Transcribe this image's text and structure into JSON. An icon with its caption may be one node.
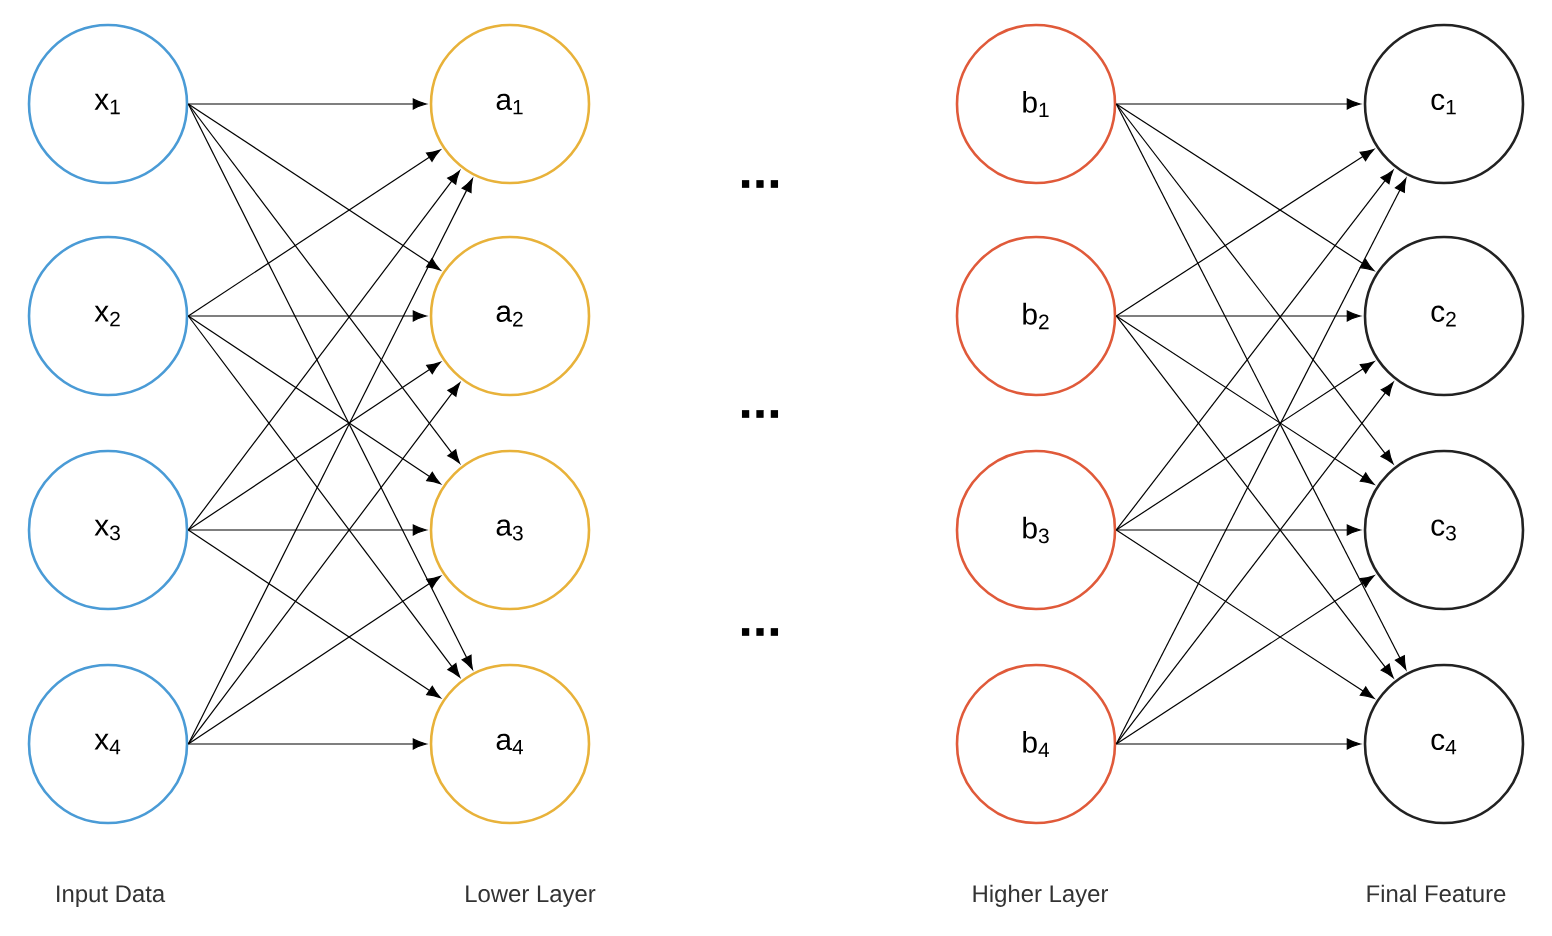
{
  "diagram": {
    "nodes": [
      {
        "text": [
          "x$_{1}$"
        ]
      },
      {
        "text": [
          "x$_{2}$"
        ]
      },
      {
        "text": [
          "x$_{3}$"
        ]
      },
      {
        "text": [
          "x$_{4}$"
        ]
      },
      {
        "text": [
          "a$_{1}$"
        ]
      },
      {
        "text": [
          "a$_{2}$"
        ]
      },
      {
        "text": [
          "a$_{3}$"
        ]
      },
      {
        "text": [
          "a$_{4}$"
        ]
      },
      {
        "text": [
          "b$_{1}$"
        ]
      },
      {
        "text": [
          "b$_{2}$"
        ]
      },
      {
        "text": [
          "b$_{3}$"
        ]
      },
      {
        "text": [
          "b$_{4}$"
        ]
      },
      {
        "text": [
          "c$_{1}$"
        ]
      },
      {
        "text": [
          "c$_{2}$"
        ]
      },
      {
        "text": [
          "c$_{3}$"
        ]
      },
      {
        "text": [
          "c$_{4}$"
        ]
      }
    ],
    "edges": [
      {
        "from": 0,
        "to": 4,
        "arrow": "to"
      },
      {
        "from": 0,
        "to": 5,
        "arrow": "to"
      },
      {
        "from": 0,
        "to": 6,
        "arrow": "to"
      },
      {
        "from": 0,
        "to": 7,
        "arrow": "to"
      },
      {
        "from": 1,
        "to": 4,
        "arrow": "to"
      },
      {
        "from": 1,
        "to": 5,
        "arrow": "to"
      },
      {
        "from": 1,
        "to": 6,
        "arrow": "to"
      },
      {
        "from": 1,
        "to": 7,
        "arrow": "to"
      },
      {
        "from": 2,
        "to": 4,
        "arrow": "to"
      },
      {
        "from": 2,
        "to": 5,
        "arrow": "to"
      },
      {
        "from": 2,
        "to": 6,
        "arrow": "to"
      },
      {
        "from": 2,
        "to": 7,
        "arrow": "to"
      },
      {
        "from": 3,
        "to": 4,
        "arrow": "to"
      },
      {
        "from": 3,
        "to": 5,
        "arrow": "to"
      },
      {
        "from": 3,
        "to": 6,
        "arrow": "to"
      },
      {
        "from": 3,
        "to": 7,
        "arrow": "to"
      },
      {
        "from": 8,
        "to": 12,
        "arrow": "to"
      },
      {
        "from": 8,
        "to": 13,
        "arrow": "to"
      },
      {
        "from": 8,
        "to": 14,
        "arrow": "to"
      },
      {
        "from": 8,
        "to": 15,
        "arrow": "to"
      },
      {
        "from": 9,
        "to": 12,
        "arrow": "to"
      },
      {
        "from": 9,
        "to": 13,
        "arrow": "to"
      },
      {
        "from": 9,
        "to": 14,
        "arrow": "to"
      },
      {
        "from": 9,
        "to": 15,
        "arrow": "to"
      },
      {
        "from": 10,
        "to": 12,
        "arrow": "to"
      },
      {
        "from": 10,
        "to": 13,
        "arrow": "to"
      },
      {
        "from": 10,
        "to": 14,
        "arrow": "to"
      },
      {
        "from": 10,
        "to": 15,
        "arrow": "to"
      },
      {
        "from": 11,
        "to": 12,
        "arrow": "to"
      },
      {
        "from": 11,
        "to": 13,
        "arrow": "to"
      },
      {
        "from": 11,
        "to": 14,
        "arrow": "to"
      },
      {
        "from": 11,
        "to": 15,
        "arrow": "to"
      }
    ],
    "labels": [
      "...",
      "...",
      "...",
      "Input Data",
      "Lower Layer",
      "Higher Layer",
      "Final Feature"
    ]
  }
}
